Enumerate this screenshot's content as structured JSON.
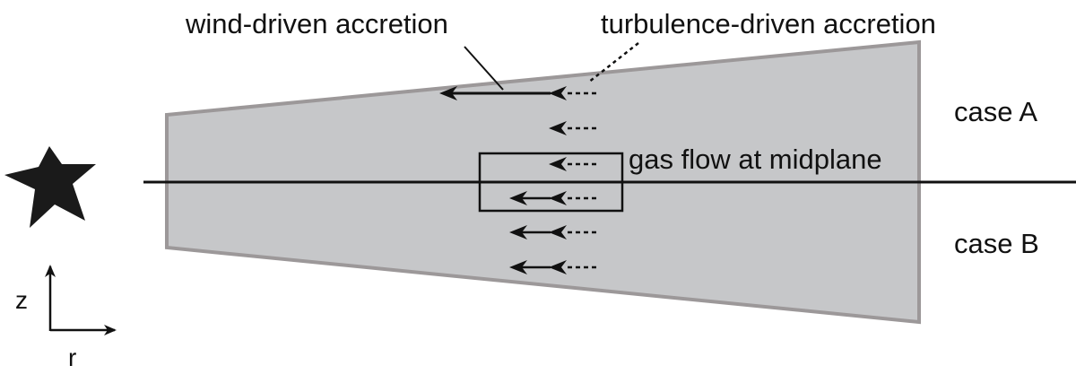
{
  "labels": {
    "wind": "wind-driven accretion",
    "turbulence": "turbulence-driven accretion",
    "midplane": "gas flow at midplane",
    "case_a": "case A",
    "case_b": "case B",
    "axis_z": "z",
    "axis_r": "r"
  },
  "colors": {
    "disc_fill": "#c6c7c9",
    "disc_edge": "#9c9899",
    "ink": "#111111"
  },
  "flow_rows": [
    {
      "case": "A",
      "wind": true,
      "long_wind": true,
      "turbulence": true
    },
    {
      "case": "A",
      "wind": false,
      "turbulence": true
    },
    {
      "case": "A",
      "wind": false,
      "turbulence": true,
      "in_midplane_box": true
    },
    {
      "case": "B",
      "wind": true,
      "turbulence": true,
      "in_midplane_box": true
    },
    {
      "case": "B",
      "wind": true,
      "turbulence": true
    },
    {
      "case": "B",
      "wind": true,
      "turbulence": true
    }
  ]
}
